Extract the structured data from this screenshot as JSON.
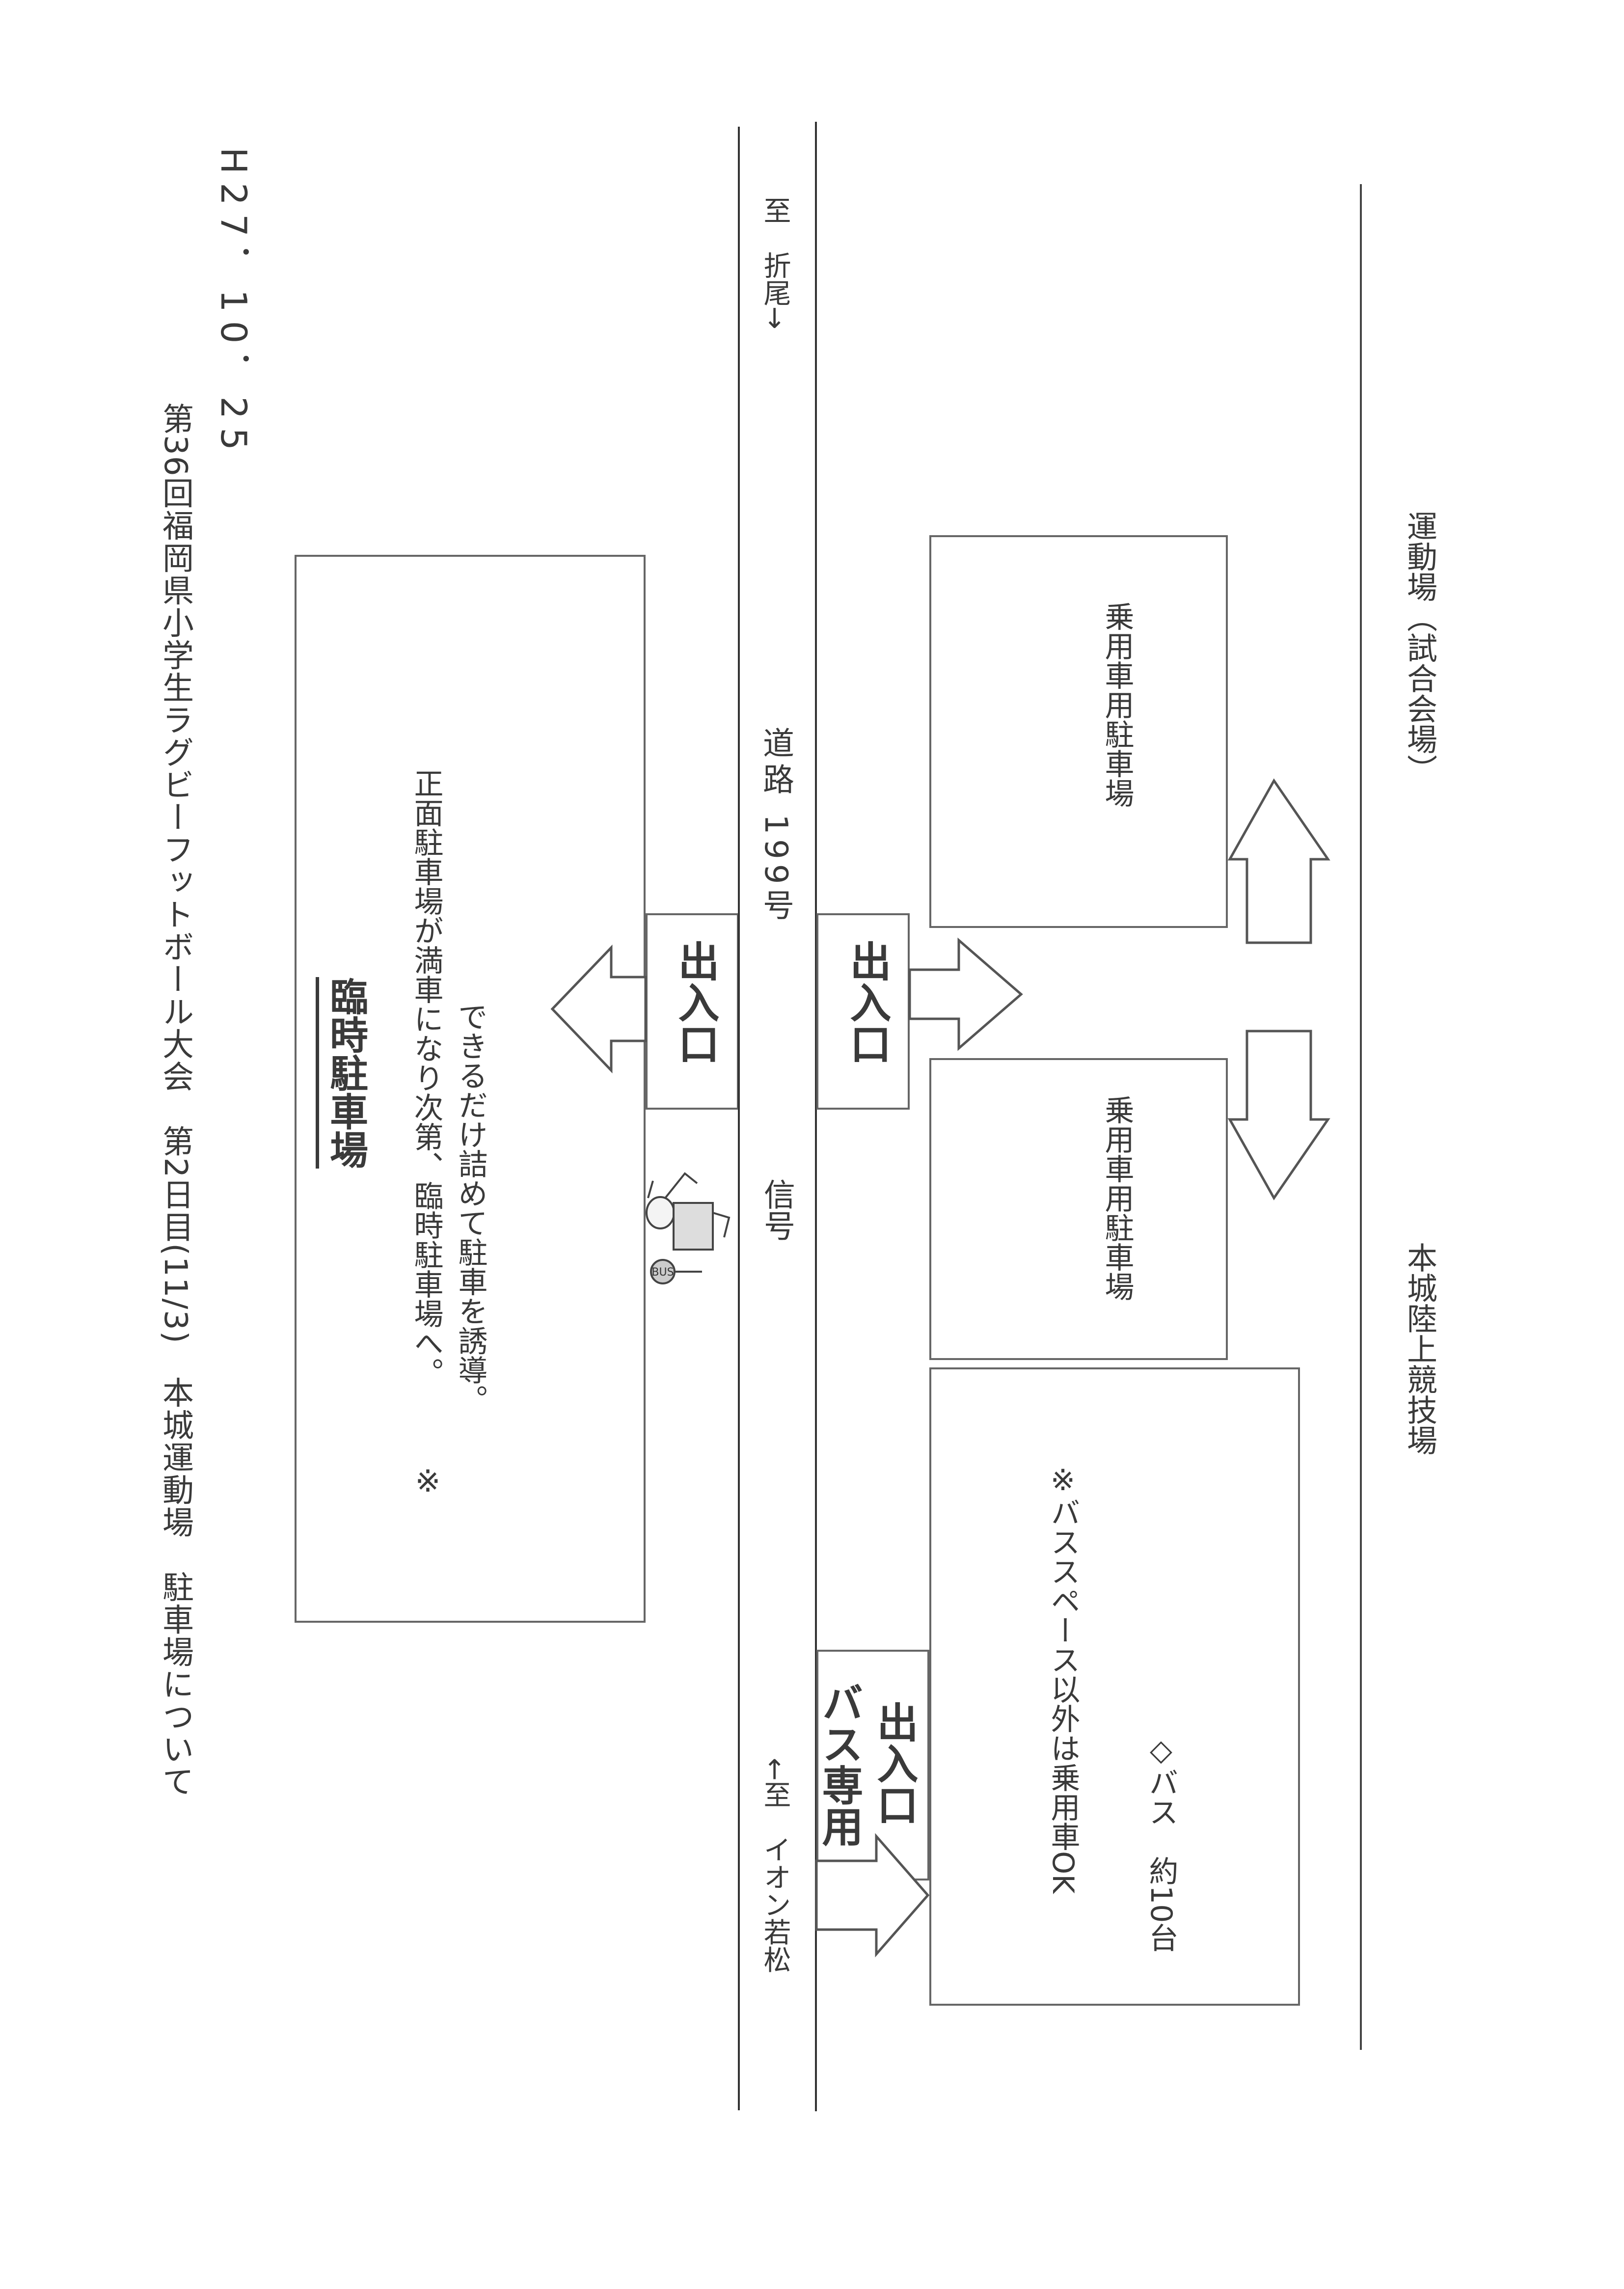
{
  "header": {
    "title": "第36回福岡県小学生ラグビーフットボール大会　第2日目(11/3)　本城運動場　駐車場について",
    "date": "H27．10．25"
  },
  "temporary_lot": {
    "title": "臨時駐車場",
    "note_mark": "※",
    "note_line1": "正面駐車場が満車になり次第、臨時駐車場へ。",
    "note_line2": "できるだけ詰めて駐車を誘導。"
  },
  "road": {
    "name": "道路 199号",
    "signal": "信号",
    "to_left": "←至　イオン若松",
    "to_right": "至　折尾→"
  },
  "entrances": {
    "temp_entrance": "出入口",
    "main_entrance": "出入口",
    "bus_entrance_line1": "バス専用",
    "bus_entrance_line2": "出入口"
  },
  "lots": {
    "car_lot_upper": "乗用車用駐車場",
    "car_lot_lower": "乗用車用駐車場",
    "bus_space_note": "※バススペース以外は乗用車OK",
    "bus_count": "◇バス　約10台"
  },
  "venues": {
    "field": "運動場（試合会場）",
    "stadium": "本城陸上競技場"
  },
  "icons": {
    "mascot": "bus-guide-person-icon",
    "bus_sign": "BUS"
  }
}
